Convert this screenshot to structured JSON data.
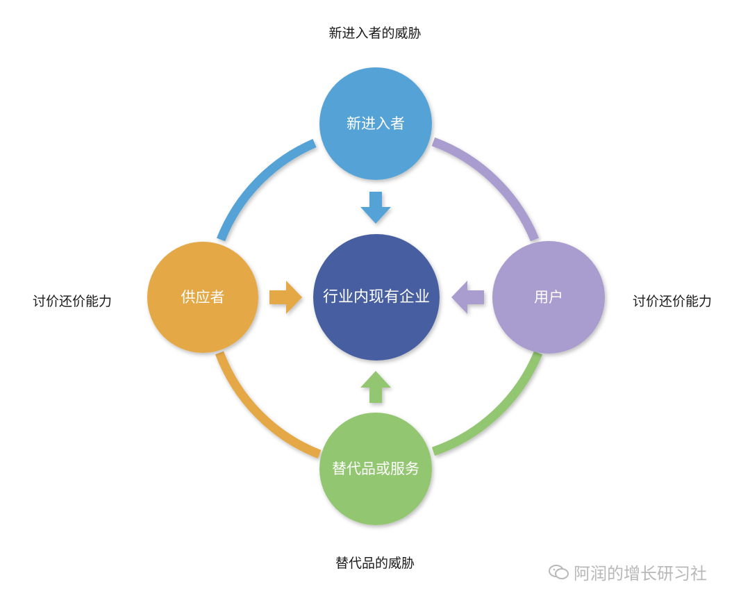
{
  "diagram": {
    "center": {
      "text": "行业内现有企业",
      "color": "#465fa0"
    },
    "nodes": {
      "top": {
        "text": "新进入者",
        "color": "#55a3d6"
      },
      "left": {
        "text": "供应者",
        "color": "#e5a847"
      },
      "right": {
        "text": "用户",
        "color": "#a99ccf"
      },
      "bottom": {
        "text": "替代品或服务",
        "color": "#92c671"
      }
    },
    "arcs": {
      "top_left": "#55a3d6",
      "top_right": "#a99ccf",
      "bottom_right": "#92c671",
      "bottom_left": "#e5a847"
    },
    "forces": {
      "top": "新进入者的威胁",
      "left": "讨价还价能力",
      "right": "讨价还价能力",
      "bottom": "替代品的威胁"
    }
  },
  "watermark": {
    "text": "阿润的增长研习社",
    "icon": "wechat-icon"
  }
}
